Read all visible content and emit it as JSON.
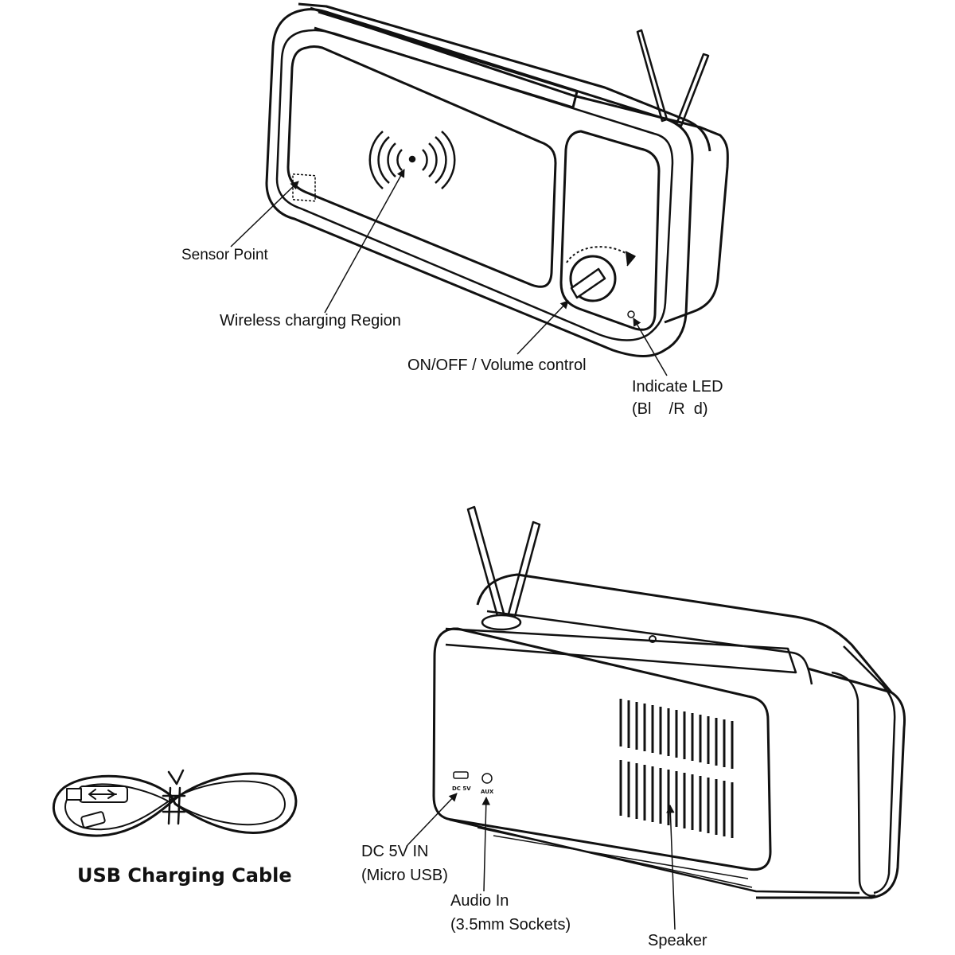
{
  "front_view": {
    "labels": {
      "sensor_point": "Sensor Point",
      "wireless_charging": "Wireless charging Region",
      "on_off_volume": "ON/OFF / Volume control",
      "indicate_led_line1": "Indicate LED",
      "indicate_led_line2": "(Bl    /R  d)"
    }
  },
  "back_view": {
    "labels": {
      "dc_in_line1": "DC 5V IN",
      "dc_in_line2": "(Micro USB)",
      "audio_in_line1": "Audio In",
      "audio_in_line2": "(3.5mm Sockets)",
      "speaker": "Speaker"
    },
    "port_marks": {
      "dc": "DC 5V",
      "aux": "AUX"
    }
  },
  "accessory": {
    "title": "USB Charging Cable"
  },
  "colors": {
    "line": "#111111",
    "background": "#ffffff"
  }
}
